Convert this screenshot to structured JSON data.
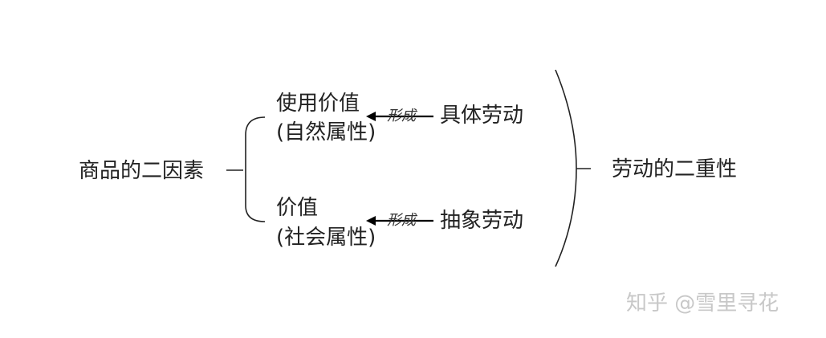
{
  "left_concept": "商品的二因素",
  "branches": [
    {
      "line1": "使用价值",
      "line2": "(自然属性)",
      "connector": "形成",
      "source": "具体劳动"
    },
    {
      "line1": "价值",
      "line2": "(社会属性)",
      "connector": "形成",
      "source": "抽象劳动"
    }
  ],
  "right_concept": "劳动的二重性",
  "watermark": "知乎 @雪里寻花",
  "colors": {
    "line": "#222222",
    "arrow": "#000000",
    "watermark": "#c8c8c8"
  }
}
